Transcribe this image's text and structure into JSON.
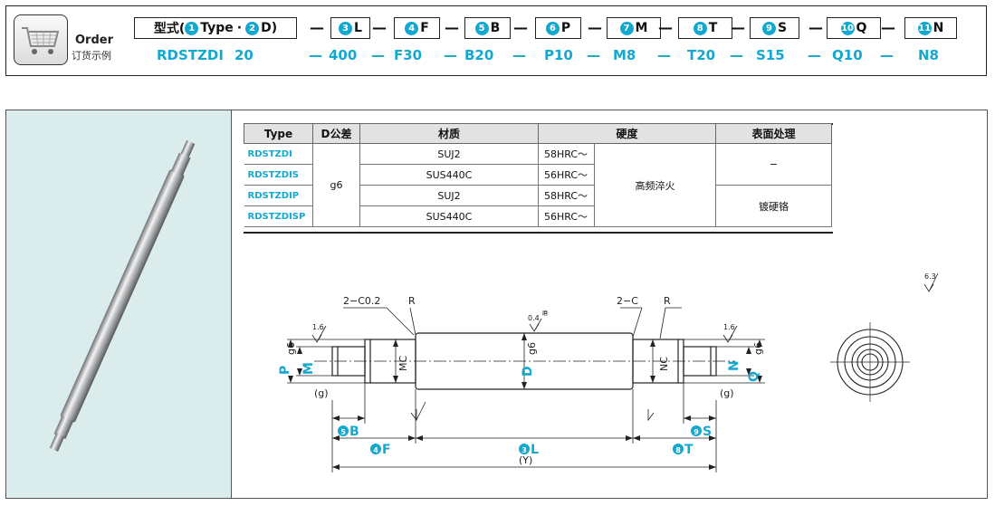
{
  "order": {
    "label": "Order",
    "sub": "订货示例",
    "codes": [
      {
        "num": "",
        "label": "型式(",
        "n1": "1",
        "t1": "Type",
        "sep": "·",
        "n2": "2",
        "t2": "D",
        ")": ")"
      },
      {
        "num": "3",
        "label": "L"
      },
      {
        "num": "4",
        "label": "F"
      },
      {
        "num": "5",
        "label": "B"
      },
      {
        "num": "6",
        "label": "P"
      },
      {
        "num": "7",
        "label": "M"
      },
      {
        "num": "8",
        "label": "T"
      },
      {
        "num": "9",
        "label": "S"
      },
      {
        "num": "10",
        "label": "Q"
      },
      {
        "num": "11",
        "label": "N"
      }
    ],
    "values": [
      "RDSTZDI",
      "20",
      "400",
      "F30",
      "B20",
      "P10",
      "M8",
      "T20",
      "S15",
      "Q10",
      "N8"
    ],
    "dash": "—"
  },
  "table": {
    "headers": [
      "Type",
      "D公差",
      "材质",
      "硬度",
      "表面处理"
    ],
    "types": [
      "RDSTZDI",
      "RDSTZDIS",
      "RDSTZDIP",
      "RDSTZDISP"
    ],
    "tolerance": "g6",
    "materials": [
      "SUJ2",
      "SUS440C",
      "SUJ2",
      "SUS440C"
    ],
    "hardness": [
      "58HRC～",
      "56HRC～",
      "58HRC～",
      "56HRC～"
    ],
    "hardening": "高频淬火",
    "surface": [
      "−",
      "镀硬铬"
    ]
  },
  "drawing": {
    "chamfer_left": "2−C0.2",
    "chamfer_right": "2−C",
    "r_left": "R",
    "r_right": "R",
    "rough_1_6": "1.6",
    "rough_0_4": "0.4",
    "rough_6_3": "6.3",
    "mc": "MC",
    "nc": "NC",
    "g6": "g6",
    "g": "(g)",
    "y": "(Y)",
    "dims": {
      "p": "P",
      "m": "M",
      "b": "B",
      "f": "F",
      "d": "D",
      "l": "L",
      "t": "T",
      "s": "S",
      "n": "N",
      "q": "Q"
    },
    "nums": {
      "p": "6",
      "m": "7",
      "b": "5",
      "f": "4",
      "d": "2",
      "l": "3",
      "t": "8",
      "s": "9",
      "n": "11",
      "q": "10"
    },
    "small_mark": "磨"
  }
}
